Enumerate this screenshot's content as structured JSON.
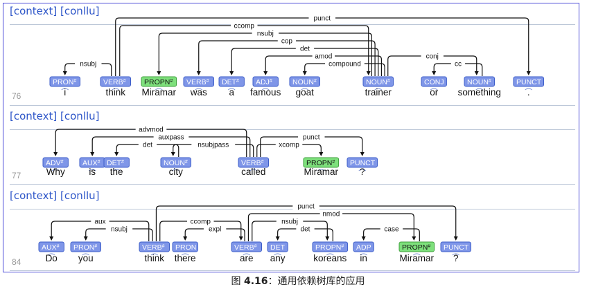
{
  "colors": {
    "tag_blue": "#7f96e8",
    "tag_green": "#7ee07c",
    "arc": "#111111",
    "link": "#2d55c8",
    "frame": "#4a4ad8"
  },
  "context_label": "[context]",
  "conllu_label": "[conllu]",
  "caption": {
    "prefix": "图 ",
    "number": "4.16",
    "rest": "：通用依赖树库的应用"
  },
  "sentences": [
    {
      "id": "76",
      "tokens": [
        {
          "tag": "PRON",
          "mark": "#",
          "word": "i",
          "color": "blue"
        },
        {
          "tag": "VERB",
          "mark": "#",
          "word": "think",
          "color": "blue"
        },
        {
          "tag": "PROPN",
          "mark": "#",
          "word": "Miramar",
          "color": "green"
        },
        {
          "tag": "VERB",
          "mark": "#",
          "word": "was",
          "color": "blue"
        },
        {
          "tag": "DET",
          "mark": "#",
          "word": "a",
          "color": "blue"
        },
        {
          "tag": "ADJ",
          "mark": "#",
          "word": "famous",
          "color": "blue"
        },
        {
          "tag": "NOUN",
          "mark": "#",
          "word": "goat",
          "color": "blue"
        },
        {
          "tag": "NOUN",
          "mark": "#",
          "word": "trainer",
          "color": "blue"
        },
        {
          "tag": "CONJ",
          "mark": "",
          "word": "or",
          "color": "blue"
        },
        {
          "tag": "NOUN",
          "mark": "#",
          "word": "something",
          "color": "blue"
        },
        {
          "tag": "PUNCT",
          "mark": "",
          "word": ".",
          "color": "blue"
        }
      ],
      "arcs": [
        {
          "head": 1,
          "dep": 0,
          "label": "nsubj"
        },
        {
          "head": 1,
          "dep": 10,
          "label": "punct"
        },
        {
          "head": 1,
          "dep": 7,
          "label": "ccomp"
        },
        {
          "head": 7,
          "dep": 2,
          "label": "nsubj"
        },
        {
          "head": 7,
          "dep": 3,
          "label": "cop"
        },
        {
          "head": 7,
          "dep": 4,
          "label": "det"
        },
        {
          "head": 7,
          "dep": 5,
          "label": "amod"
        },
        {
          "head": 7,
          "dep": 6,
          "label": "compound"
        },
        {
          "head": 7,
          "dep": 9,
          "label": "conj"
        },
        {
          "head": 9,
          "dep": 8,
          "label": "cc"
        }
      ]
    },
    {
      "id": "77",
      "tokens": [
        {
          "tag": "ADV",
          "mark": "#",
          "word": "Why",
          "color": "blue"
        },
        {
          "tag": "AUX",
          "mark": "#",
          "word": "is",
          "color": "blue"
        },
        {
          "tag": "DET",
          "mark": "#",
          "word": "the",
          "color": "blue"
        },
        {
          "tag": "NOUN",
          "mark": "#",
          "word": "city",
          "color": "blue"
        },
        {
          "tag": "VERB",
          "mark": "#",
          "word": "called",
          "color": "blue"
        },
        {
          "tag": "PROPN",
          "mark": "#",
          "word": "Miramar",
          "color": "green"
        },
        {
          "tag": "PUNCT",
          "mark": "",
          "word": "?",
          "color": "blue"
        }
      ],
      "arcs": [
        {
          "head": 4,
          "dep": 0,
          "label": "advmod"
        },
        {
          "head": 4,
          "dep": 1,
          "label": "auxpass"
        },
        {
          "head": 4,
          "dep": 3,
          "label": "nsubjpass"
        },
        {
          "head": 3,
          "dep": 2,
          "label": "det"
        },
        {
          "head": 4,
          "dep": 5,
          "label": "xcomp"
        },
        {
          "head": 4,
          "dep": 6,
          "label": "punct"
        }
      ]
    },
    {
      "id": "84",
      "tokens": [
        {
          "tag": "AUX",
          "mark": "#",
          "word": "Do",
          "color": "blue"
        },
        {
          "tag": "PRON",
          "mark": "#",
          "word": "you",
          "color": "blue"
        },
        {
          "tag": "VERB",
          "mark": "#",
          "word": "think",
          "color": "blue"
        },
        {
          "tag": "PRON",
          "mark": "",
          "word": "there",
          "color": "blue"
        },
        {
          "tag": "VERB",
          "mark": "#",
          "word": "are",
          "color": "blue"
        },
        {
          "tag": "DET",
          "mark": "",
          "word": "any",
          "color": "blue"
        },
        {
          "tag": "PROPN",
          "mark": "#",
          "word": "koreans",
          "color": "blue"
        },
        {
          "tag": "ADP",
          "mark": "",
          "word": "in",
          "color": "blue"
        },
        {
          "tag": "PROPN",
          "mark": "#",
          "word": "Miramar",
          "color": "green"
        },
        {
          "tag": "PUNCT",
          "mark": "",
          "word": "?",
          "color": "blue"
        }
      ],
      "arcs": [
        {
          "head": 2,
          "dep": 0,
          "label": "aux"
        },
        {
          "head": 2,
          "dep": 1,
          "label": "nsubj"
        },
        {
          "head": 2,
          "dep": 9,
          "label": "punct"
        },
        {
          "head": 2,
          "dep": 4,
          "label": "ccomp"
        },
        {
          "head": 4,
          "dep": 3,
          "label": "expl"
        },
        {
          "head": 4,
          "dep": 8,
          "label": "nmod"
        },
        {
          "head": 4,
          "dep": 6,
          "label": "nsubj"
        },
        {
          "head": 6,
          "dep": 5,
          "label": "det"
        },
        {
          "head": 8,
          "dep": 7,
          "label": "case"
        }
      ]
    }
  ]
}
